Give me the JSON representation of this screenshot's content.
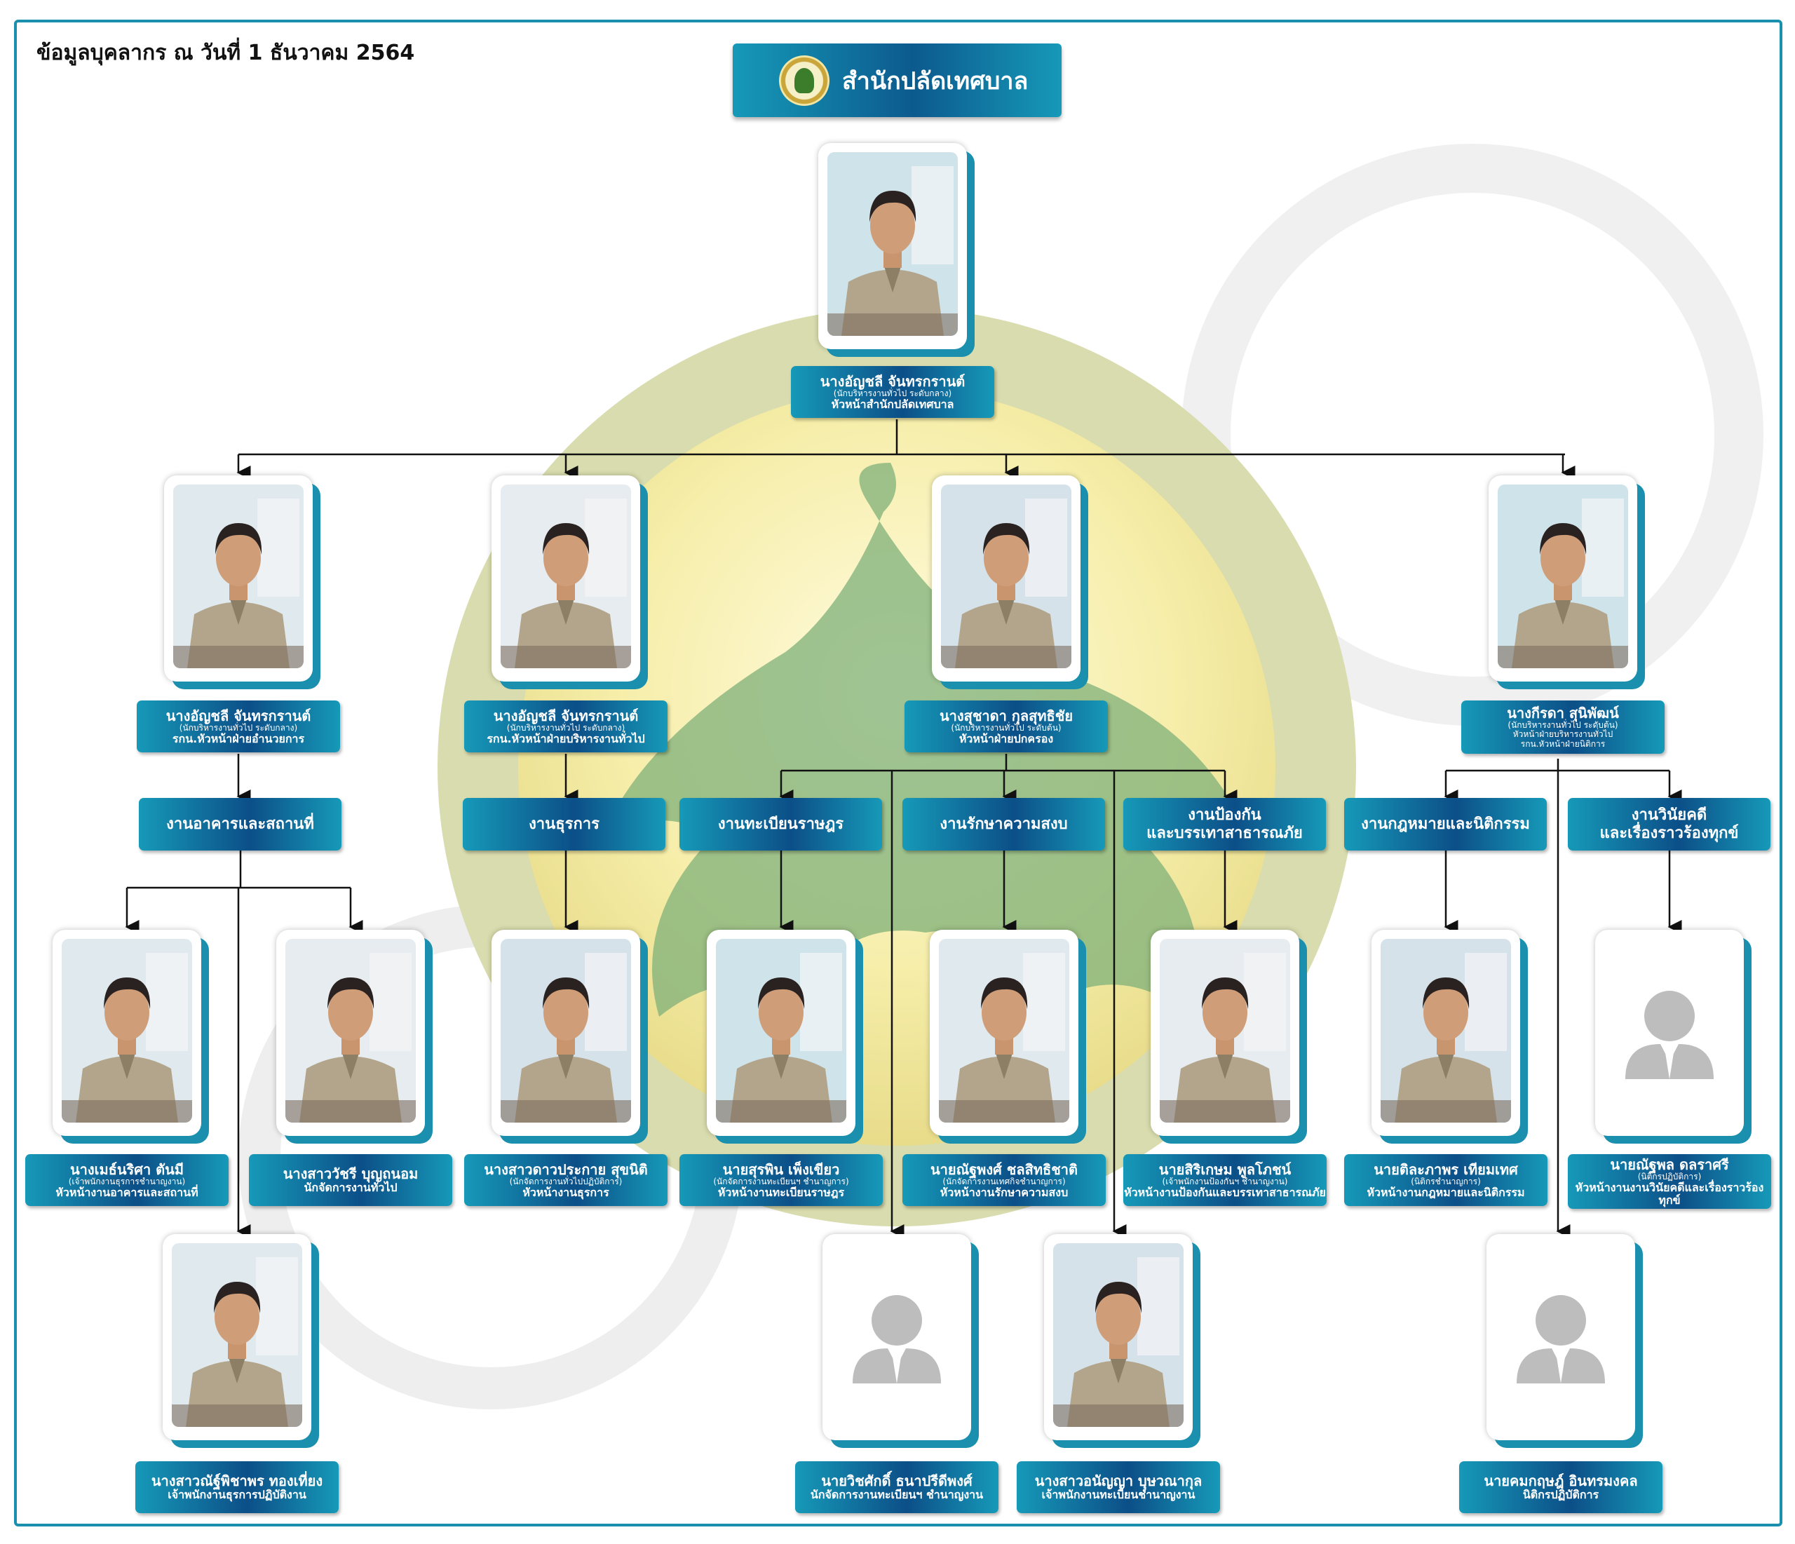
{
  "title": "ข้อมูลบุคลากร ณ วันที่ 1 ธันวาคม 2564",
  "header": {
    "label": "สำนักปลัดเทศบาล",
    "icon": "municipality-seal-icon"
  },
  "colors": {
    "accent": "#1a8fae",
    "label_dark": "#0c4f88",
    "frame": "#1a8fae"
  },
  "people": [
    {
      "id": "head",
      "photo": "photo",
      "lines": [
        "นางอัญชลี จันทรกรานต์",
        "(นักบริหารงานทั่วไป ระดับกลาง)",
        "หัวหน้าสำนักปลัดเทศบาล"
      ]
    },
    {
      "id": "adm",
      "photo": "photo",
      "lines": [
        "นางอัญชลี จันทรกรานต์",
        "(นักบริหารงานทั่วไป ระดับกลาง)",
        "รกน.หัวหน้าฝ่ายอำนวยการ"
      ]
    },
    {
      "id": "gen",
      "photo": "photo",
      "lines": [
        "นางอัญชลี จันทรกรานต์",
        "(นักบริหารงานทั่วไป ระดับกลาง)",
        "รกน.หัวหน้าฝ่ายบริหารงานทั่วไป"
      ]
    },
    {
      "id": "gov",
      "photo": "photo",
      "lines": [
        "นางสุชาดา กุลสุทธิชัย",
        "(นักบริหารงานทั่วไป ระดับต้น)",
        "หัวหน้าฝ่ายปกครอง"
      ]
    },
    {
      "id": "law",
      "photo": "photo",
      "lines": [
        "นางกีรดา สุนิพัฒน์",
        "(นักบริหารงานทั่วไป ระดับต้น)",
        "หัวหน้าฝ่ายบริหารงานทั่วไป",
        "รกน.หัวหน้าฝ่ายนิติการ"
      ]
    },
    {
      "id": "p1",
      "photo": "photo",
      "lines": [
        "นางเมธ์นริศา ตันมี",
        "(เจ้าพนักงานธุรการชำนาญงาน)",
        "หัวหน้างานอาคารและสถานที่"
      ]
    },
    {
      "id": "p2",
      "photo": "photo",
      "lines": [
        "นางสาววัชรี บุญถนอม",
        "นักจัดการงานทั่วไป"
      ]
    },
    {
      "id": "p3",
      "photo": "photo",
      "lines": [
        "นางสาวดาวประกาย สุขนิติ",
        "(นักจัดการงานทั่วไปปฏิบัติการ)",
        "หัวหน้างานธุรการ"
      ]
    },
    {
      "id": "p4",
      "photo": "photo",
      "lines": [
        "นายสุรพิน เพ็งเขียว",
        "(นักจัดการงานทะเบียนฯ ชำนาญการ)",
        "หัวหน้างานทะเบียนราษฎร"
      ]
    },
    {
      "id": "p5",
      "photo": "photo",
      "lines": [
        "นายณัฐพงศ์ ชลสิทธิชาติ",
        "(นักจัดการงานเทศกิจชำนาญการ)",
        "หัวหน้างานรักษาความสงบ"
      ]
    },
    {
      "id": "p6",
      "photo": "photo",
      "lines": [
        "นายสิริเกษม พูลโภชน์",
        "(เจ้าพนักงานป้องกันฯ ชำนาญงาน)",
        "หัวหน้างานป้องกันและบรรเทาสาธารณภัย"
      ]
    },
    {
      "id": "p7",
      "photo": "photo",
      "lines": [
        "นายติละภาพร เทียมเทศ",
        "(นิติกรชำนาญการ)",
        "หัวหน้างานกฎหมายและนิติกรรม"
      ]
    },
    {
      "id": "p8",
      "photo": "placeholder",
      "lines": [
        "นายณัฐพล ดลราศรี",
        "(นิติกรปฏิบัติการ)",
        "หัวหน้างานงานวินัยคดีและเรื่องราวร้องทุกข์"
      ]
    },
    {
      "id": "q1",
      "photo": "photo",
      "lines": [
        "นางสาวณัฐ์พิชาพร ทองเที่ยง",
        "เจ้าพนักงานธุรการปฏิบัติงาน"
      ]
    },
    {
      "id": "q2",
      "photo": "placeholder",
      "lines": [
        "นายวิชศักดิ์ ธนาปรีดีพงศ์",
        "นักจัดการงานทะเบียนฯ ชำนาญงาน"
      ]
    },
    {
      "id": "q3",
      "photo": "photo",
      "lines": [
        "นางสาวอนัญญา บุษวณากุล",
        "เจ้าพนักงานทะเบียนชำนาญงาน"
      ]
    },
    {
      "id": "q4",
      "photo": "placeholder",
      "lines": [
        "นายคมกฤษฎ์ อินทรมงคล",
        "นิติกรปฏิบัติการ"
      ]
    }
  ],
  "departments": [
    {
      "id": "d1",
      "label": "งานอาคารและสถานที่"
    },
    {
      "id": "d2",
      "label": "งานธุรการ"
    },
    {
      "id": "d3",
      "label": "งานทะเบียนราษฎร"
    },
    {
      "id": "d4",
      "label": "งานรักษาความสงบ"
    },
    {
      "id": "d5",
      "label": "งานป้องกัน\nและบรรเทาสาธารณภัย"
    },
    {
      "id": "d6",
      "label": "งานกฎหมายและนิติกรรม"
    },
    {
      "id": "d7",
      "label": "งานวินัยคดี\nและเรื่องราวร้องทุกข์"
    }
  ]
}
